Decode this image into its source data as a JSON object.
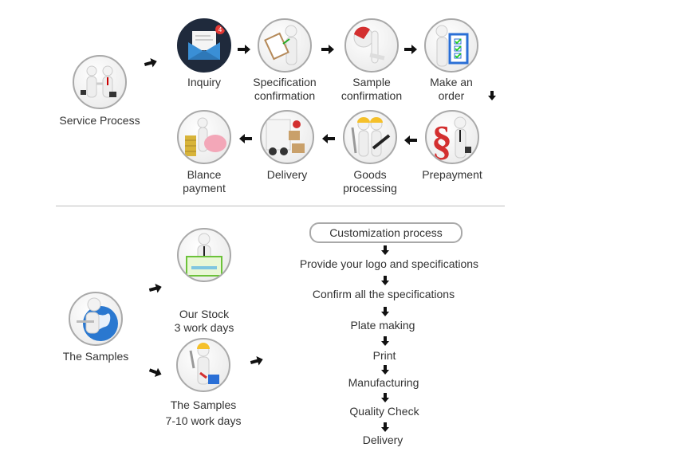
{
  "service": {
    "start_label": "Service Process",
    "row1": [
      {
        "label": "Inquiry",
        "icon": "envelope-icon",
        "badge": "4"
      },
      {
        "label": "Specification\nconfirmation",
        "icon": "clipboard-figure-icon"
      },
      {
        "label": "Sample\nconfirmation",
        "icon": "thinking-figure-icon"
      },
      {
        "label": "Make an\norder",
        "icon": "checklist-figure-icon"
      }
    ],
    "row2": [
      {
        "label": "Blance\npayment",
        "icon": "coins-piggy-bank-icon"
      },
      {
        "label": "Delivery",
        "icon": "delivery-truck-icon"
      },
      {
        "label": "Goods\nprocessing",
        "icon": "workers-tools-icon"
      },
      {
        "label": "Prepayment",
        "icon": "paragraph-figure-icon"
      }
    ]
  },
  "samples": {
    "start_label": "The Samples",
    "options": [
      {
        "label": "Our Stock\n3 work days",
        "icon": "download-figure-icon"
      },
      {
        "label": "The Samples\n7-10 work days",
        "icon": "worker-toolbox-icon"
      }
    ]
  },
  "customization": {
    "title": "Customization process",
    "steps": [
      "Provide your logo and specifications",
      "Confirm all the specifications",
      "Plate making",
      "Print",
      "Manufacturing",
      "Quality Check",
      "Delivery"
    ]
  },
  "colors": {
    "circle_border": "#a9a9a9",
    "inquiry_bg": "#1f2a3c",
    "envelope": "#3a8fd6",
    "badge": "#e53935",
    "text": "#333333"
  }
}
